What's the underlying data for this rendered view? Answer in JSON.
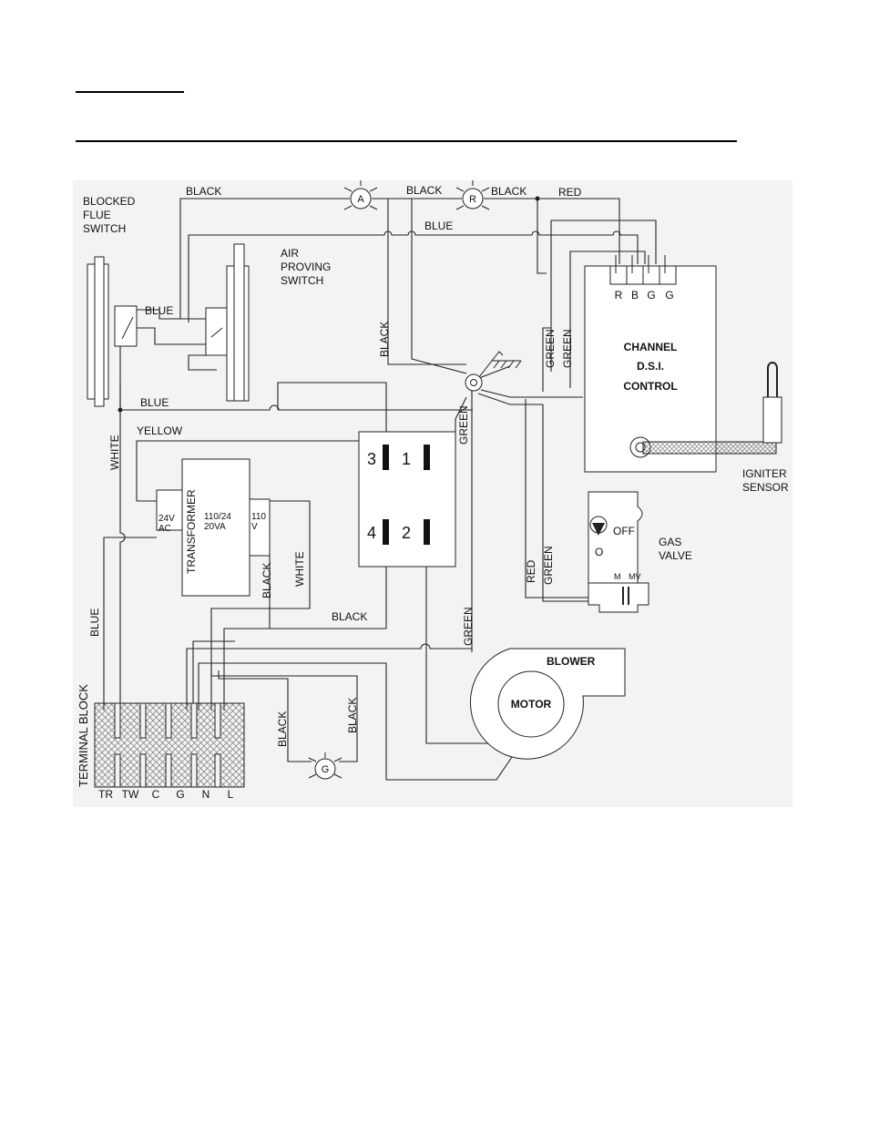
{
  "diagram": {
    "labels": {
      "blocked_flue_switch": [
        "BLOCKED",
        "FLUE",
        "SWITCH"
      ],
      "air_proving_switch": [
        "AIR",
        "PROVING",
        "SWITCH"
      ],
      "dsi_control": [
        "CHANNEL",
        "D.S.I.",
        "CONTROL"
      ],
      "dsi_terminals": [
        "R",
        "B",
        "G",
        "G"
      ],
      "igniter_sensor": [
        "IGNITER",
        "SENSOR"
      ],
      "gas_valve": [
        "GAS",
        "VALVE"
      ],
      "gas_valve_off": "OFF",
      "gas_valve_on": "O",
      "gas_valve_m": "M",
      "gas_valve_mv": "MV",
      "transformer": "TRANSFORMER",
      "transformer_24v": [
        "24V",
        "AC"
      ],
      "transformer_rating": [
        "110/24",
        "20VA"
      ],
      "transformer_110v": [
        "110",
        "V"
      ],
      "relay_numbers": [
        "3",
        "1",
        "4",
        "2"
      ],
      "blower": "BLOWER",
      "motor": "MOTOR",
      "terminal_block": "TERMINAL BLOCK",
      "terminal_names": [
        "TR",
        "TW",
        "C",
        "G",
        "N",
        "L"
      ],
      "lamp_a": "A",
      "lamp_r": "R",
      "lamp_g": "G"
    },
    "wires": {
      "black": "BLACK",
      "blue": "BLUE",
      "red": "RED",
      "green": "GREEN",
      "white": "WHITE",
      "yellow": "YELLOW"
    }
  }
}
